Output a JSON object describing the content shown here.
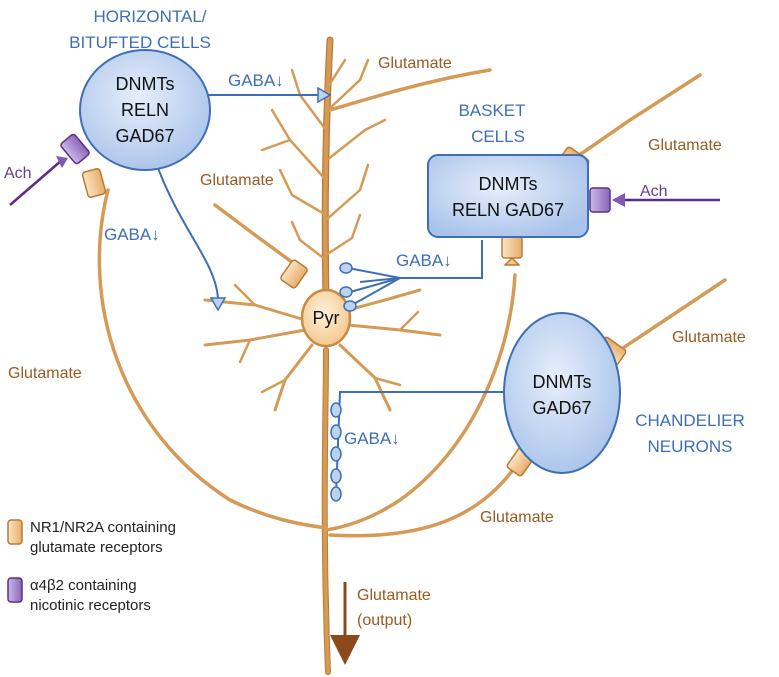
{
  "cells": {
    "horizontal": {
      "title_line1": "HORIZONTAL/",
      "title_line2": "BITUFTED CELLS",
      "line1": "DNMTs",
      "line2": "RELN",
      "line3": "GAD67"
    },
    "basket": {
      "title_line1": "BASKET",
      "title_line2": "CELLS",
      "line1": "DNMTs",
      "line2": "RELN GAD67"
    },
    "chandelier": {
      "title_line1": "CHANDELIER",
      "title_line2": "NEURONS",
      "line1": "DNMTs",
      "line2": "GAD67"
    },
    "pyramidal": {
      "label": "Pyr"
    }
  },
  "labels": {
    "glutamate_top": "Glutamate",
    "glutamate_basket": "Glutamate",
    "glutamate_mid": "Glutamate",
    "glutamate_chandelier": "Glutamate",
    "glutamate_left": "Glutamate",
    "glutamate_bottom": "Glutamate",
    "gaba_top": "GABA↓",
    "gaba_left": "GABA↓",
    "gaba_basket": "GABA↓",
    "gaba_axon": "GABA↓",
    "ach_left": "Ach",
    "ach_right": "Ach",
    "output_line1": "Glutamate",
    "output_line2": "(output)"
  },
  "legend": {
    "nr_line1": "NR1/NR2A containing",
    "nr_line2": "glutamate receptors",
    "nic_line1": "α4β2 containing",
    "nic_line2": "nicotinic receptors"
  },
  "colors": {
    "gaba_blue": "#3d6fb6",
    "neuron_orange": "#d59a55",
    "acetylcholine_purple": "#5b2d87",
    "cell_fill": "#bcd2ef",
    "receptor_glutamate": "#f2c38b",
    "receptor_nicotinic": "#9b7cc3"
  }
}
